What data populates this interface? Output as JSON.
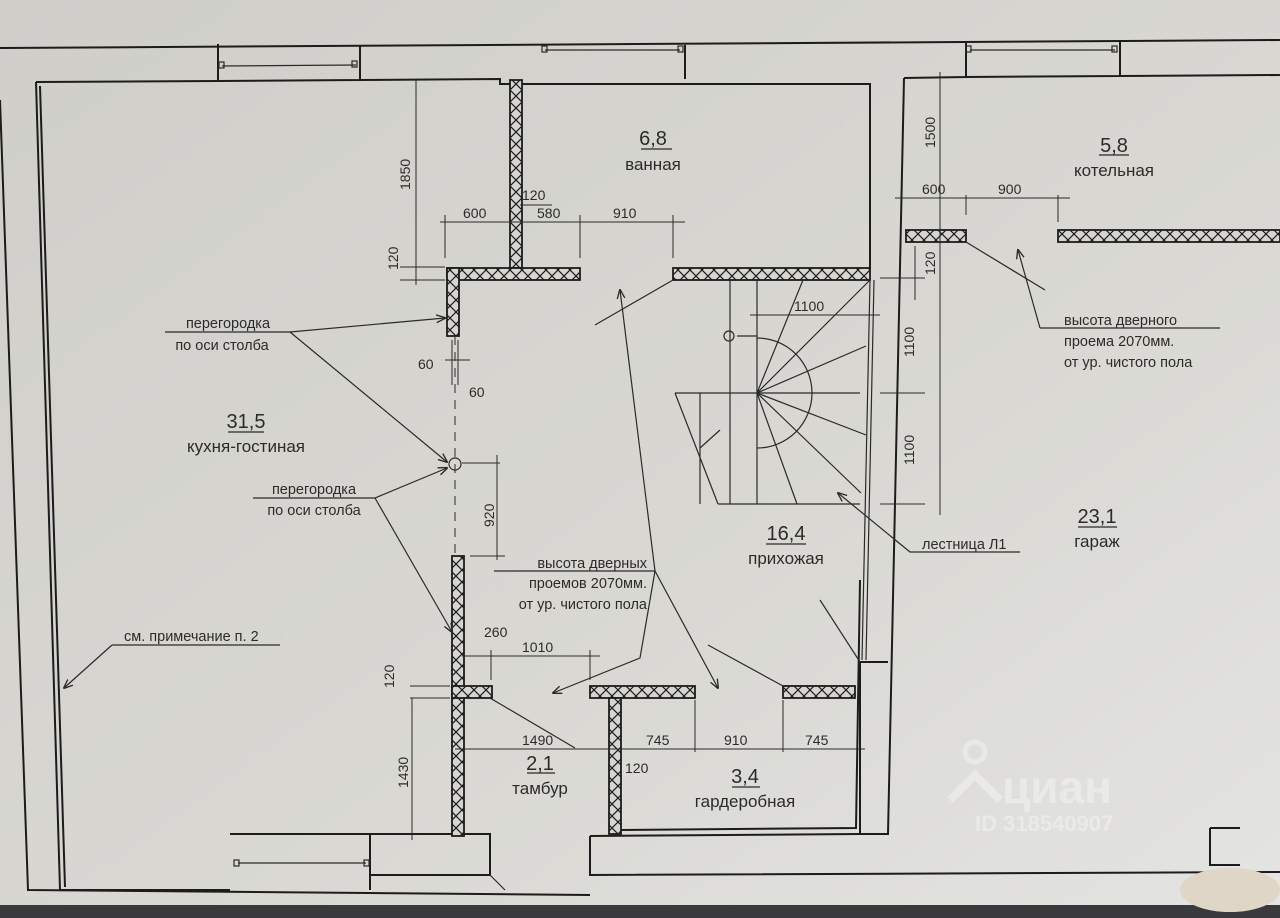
{
  "plan": {
    "rooms": [
      {
        "id": "kitchen-living",
        "area": "31,5",
        "name": "кухня-гостиная"
      },
      {
        "id": "bathroom",
        "area": "6,8",
        "name": "ванная"
      },
      {
        "id": "boiler-room",
        "area": "5,8",
        "name": "котельная"
      },
      {
        "id": "hallway",
        "area": "16,4",
        "name": "прихожая"
      },
      {
        "id": "garage",
        "area": "23,1",
        "name": "гараж"
      },
      {
        "id": "vestibule",
        "area": "2,1",
        "name": "тамбур"
      },
      {
        "id": "wardrobe",
        "area": "3,4",
        "name": "гардеробная"
      }
    ],
    "notes": {
      "partition_1": [
        "перегородка",
        "по оси столба"
      ],
      "partition_2": [
        "перегородка",
        "по оси столба"
      ],
      "door_height_multi": [
        "высота дверных",
        "проемов 2070мм.",
        "от ур. чистого пола"
      ],
      "door_height_single": [
        "высота дверного",
        "проема 2070мм.",
        "от ур. чистого пола"
      ],
      "see_note": "см. примечание п. 2",
      "stair": "лестница Л1"
    },
    "dimensions": {
      "d1850": "1850",
      "d120_top_left": "120",
      "d600_left": "600",
      "d120_wall": "120",
      "d580": "580",
      "d910_top": "910",
      "d1500": "1500",
      "d600_right": "600",
      "d900": "900",
      "d120_right": "120",
      "d1100_stair": "1100",
      "d1100_v1": "1100",
      "d1100_v2": "1100",
      "d60_a": "60",
      "d60_b": "60",
      "d920": "920",
      "d260": "260",
      "d1010": "1010",
      "d120_bottom_left": "120",
      "d1430": "1430",
      "d1490": "1490",
      "d120_bottom": "120",
      "d745_a": "745",
      "d910_bottom": "910",
      "d745_b": "745"
    },
    "watermark": {
      "brand": "циан",
      "id_text": "ID 318540907"
    }
  }
}
